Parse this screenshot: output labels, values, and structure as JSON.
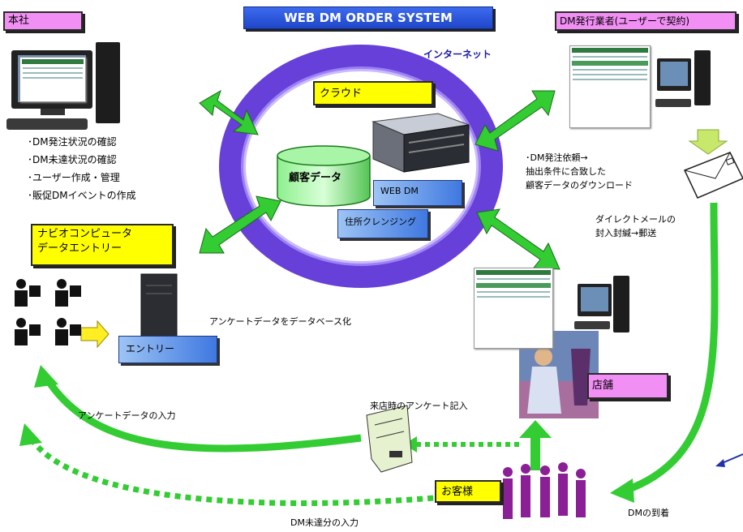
{
  "title": "WEB DM ORDER SYSTEM",
  "internet_label": "インターネット",
  "cloud": {
    "label": "クラウド",
    "db_label": "顧客データ",
    "web_dm": "WEB DM",
    "cleansing": "住所クレンジング"
  },
  "headquarters": {
    "label": "本社",
    "bullets": [
      "･DM発注状況の確認",
      "･DM未達状況の確認",
      "･ユーザー作成・管理",
      "･販促DMイベントの作成"
    ]
  },
  "issuer": {
    "label": "DM発行業者(ユーザーで契約)",
    "note_lines": [
      "･DM発注依頼→",
      "抽出条件に合致した",
      "顧客データのダウンロード"
    ],
    "mail_lines": [
      "ダイレクトメールの",
      "封入封緘→郵送"
    ]
  },
  "navio": {
    "label_lines": [
      "ナビオコンピュータ",
      "データエントリー"
    ],
    "entry": "エントリー",
    "survey_to_db": "アンケートデータをデータベース化"
  },
  "store": {
    "label": "店舗"
  },
  "customer": {
    "label": "お客様"
  },
  "flows": {
    "survey_input": "アンケートデータの入力",
    "survey_fill": "来店時のアンケート記入",
    "undelivered_input": "DM未達分の入力",
    "dm_arrival": "DMの到着"
  },
  "colors": {
    "green_arrow": "#33cc33",
    "ring": "#5a2fd6",
    "pink_label": "#f28ff5",
    "yellow_label": "#ffff00",
    "title_blue": "#2b5be0"
  }
}
